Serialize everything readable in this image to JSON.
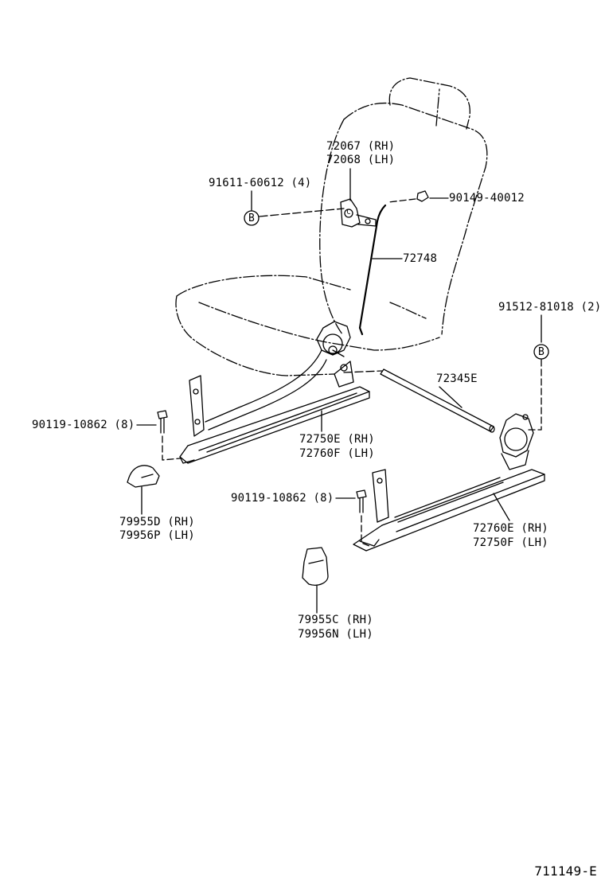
{
  "labels": {
    "bracket_rh": "72067 (RH)",
    "bracket_lh": "72068 (LH)",
    "bolt_a": "91611-60612 (4)",
    "nut": "90149-40012",
    "rod": "72748",
    "bolt_b": "91512-81018 (2)",
    "bar": "72345E",
    "bolt_c_left": "90119-10862 (8)",
    "rail_left_rh": "72750E (RH)",
    "rail_left_lh": "72760F (LH)",
    "cover_left_rh": "79955D (RH)",
    "cover_left_lh": "79956P (LH)",
    "bolt_c_right": "90119-10862 (8)",
    "rail_right_rh": "72760E (RH)",
    "rail_right_lh": "72750F (LH)",
    "cover_right_rh": "79955C (RH)",
    "cover_right_lh": "79956N (LH)"
  },
  "markers": {
    "b_left": "B",
    "b_right": "B",
    "c_mark": "C"
  },
  "footer": {
    "diagram_id": "711149-E"
  },
  "colors": {
    "line": "#000000",
    "background": "#ffffff"
  }
}
